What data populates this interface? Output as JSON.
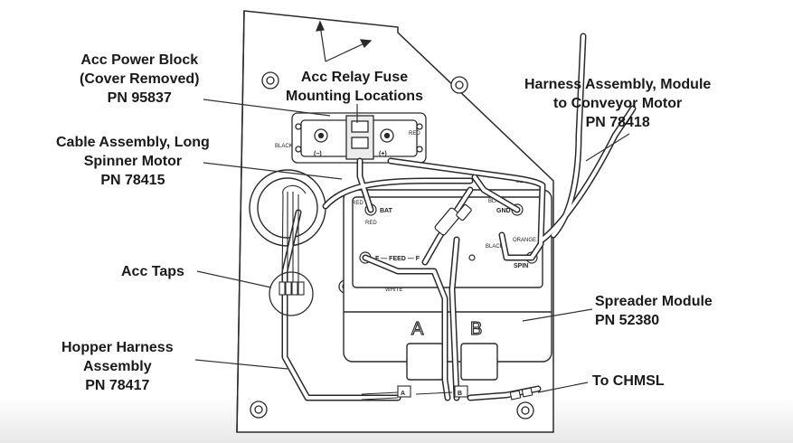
{
  "callouts": {
    "power_block": [
      "Acc Power Block",
      "(Cover Removed)",
      "PN 95837"
    ],
    "relay_fuse": [
      "Acc Relay Fuse",
      "Mounting Locations"
    ],
    "cable_assembly": [
      "Cable Assembly, Long",
      "Spinner Motor",
      "PN 78415"
    ],
    "acc_taps": [
      "Acc Taps"
    ],
    "hopper_harness": [
      "Hopper Harness",
      "Assembly",
      "PN 78417"
    ],
    "harness_conveyor": [
      "Harness Assembly, Module",
      "to Conveyor Motor",
      "PN 78418"
    ],
    "spreader_module": [
      "Spreader Module",
      "PN 52380"
    ],
    "to_chmsl": [
      "To CHMSL"
    ]
  },
  "small_labels": {
    "black_left": "BLACK",
    "red_top": "RED",
    "minus_terminal": "(−)",
    "plus_terminal": "(+)",
    "red_bat": "RED",
    "red_bat_lower": "RED",
    "bat": "BAT",
    "gnd": "GND",
    "black_gnd": "BLACK",
    "black_top": "BLACK",
    "black_mid": "BLACK",
    "orange": "ORANGE",
    "spin": "SPIN",
    "feed": "F — FEED — F",
    "white": "WHITE",
    "conn_a": "A",
    "conn_b": "B"
  },
  "module_letters": {
    "a": "A",
    "b": "B"
  },
  "colors": {
    "ink": "#2b2b2b",
    "panel": "#ffffff",
    "leader": "#333333"
  }
}
